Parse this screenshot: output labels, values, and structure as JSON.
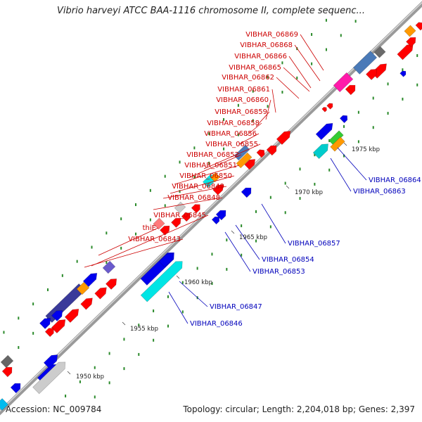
{
  "title": "Vibrio harveyi ATCC BAA-1116 chromosome II, complete sequenc...",
  "footer": {
    "accession": "Accession: NC_009784",
    "summary": "Topology: circular; Length: 2,204,018 bp; Genes: 2,397"
  },
  "colors": {
    "forward_label": "#cc0000",
    "reverse_label": "#0000bb",
    "backbone": "#9a9a9a",
    "tick": "#2a8a2a"
  },
  "kbp_ticks": [
    "1950 kbp",
    "1955 kbp",
    "1960 kbp",
    "1965 kbp",
    "1970 kbp",
    "1975 kbp"
  ],
  "labels_top": [
    "VIBHAR_06869",
    "VIBHAR_06868",
    "VIBHAR_06866",
    "VIBHAR_06865",
    "VIBHAR_06862",
    "VIBHAR_06861",
    "VIBHAR_06860",
    "VIBHAR_06859",
    "VIBHAR_06858",
    "VIBHAR_06856",
    "VIBHAR_06855",
    "VIBHAR_06852",
    "VIBHAR_06851",
    "VIBHAR_06850",
    "VIBHAR_06849",
    "VIBHAR_06848",
    "VIBHAR_06845",
    "thiE",
    "VIBHAR_06843"
  ],
  "labels_bottom": [
    "VIBHAR_06864",
    "VIBHAR_06863",
    "VIBHAR_06857",
    "VIBHAR_06854",
    "VIBHAR_06853",
    "VIBHAR_06847",
    "VIBHAR_06846"
  ]
}
